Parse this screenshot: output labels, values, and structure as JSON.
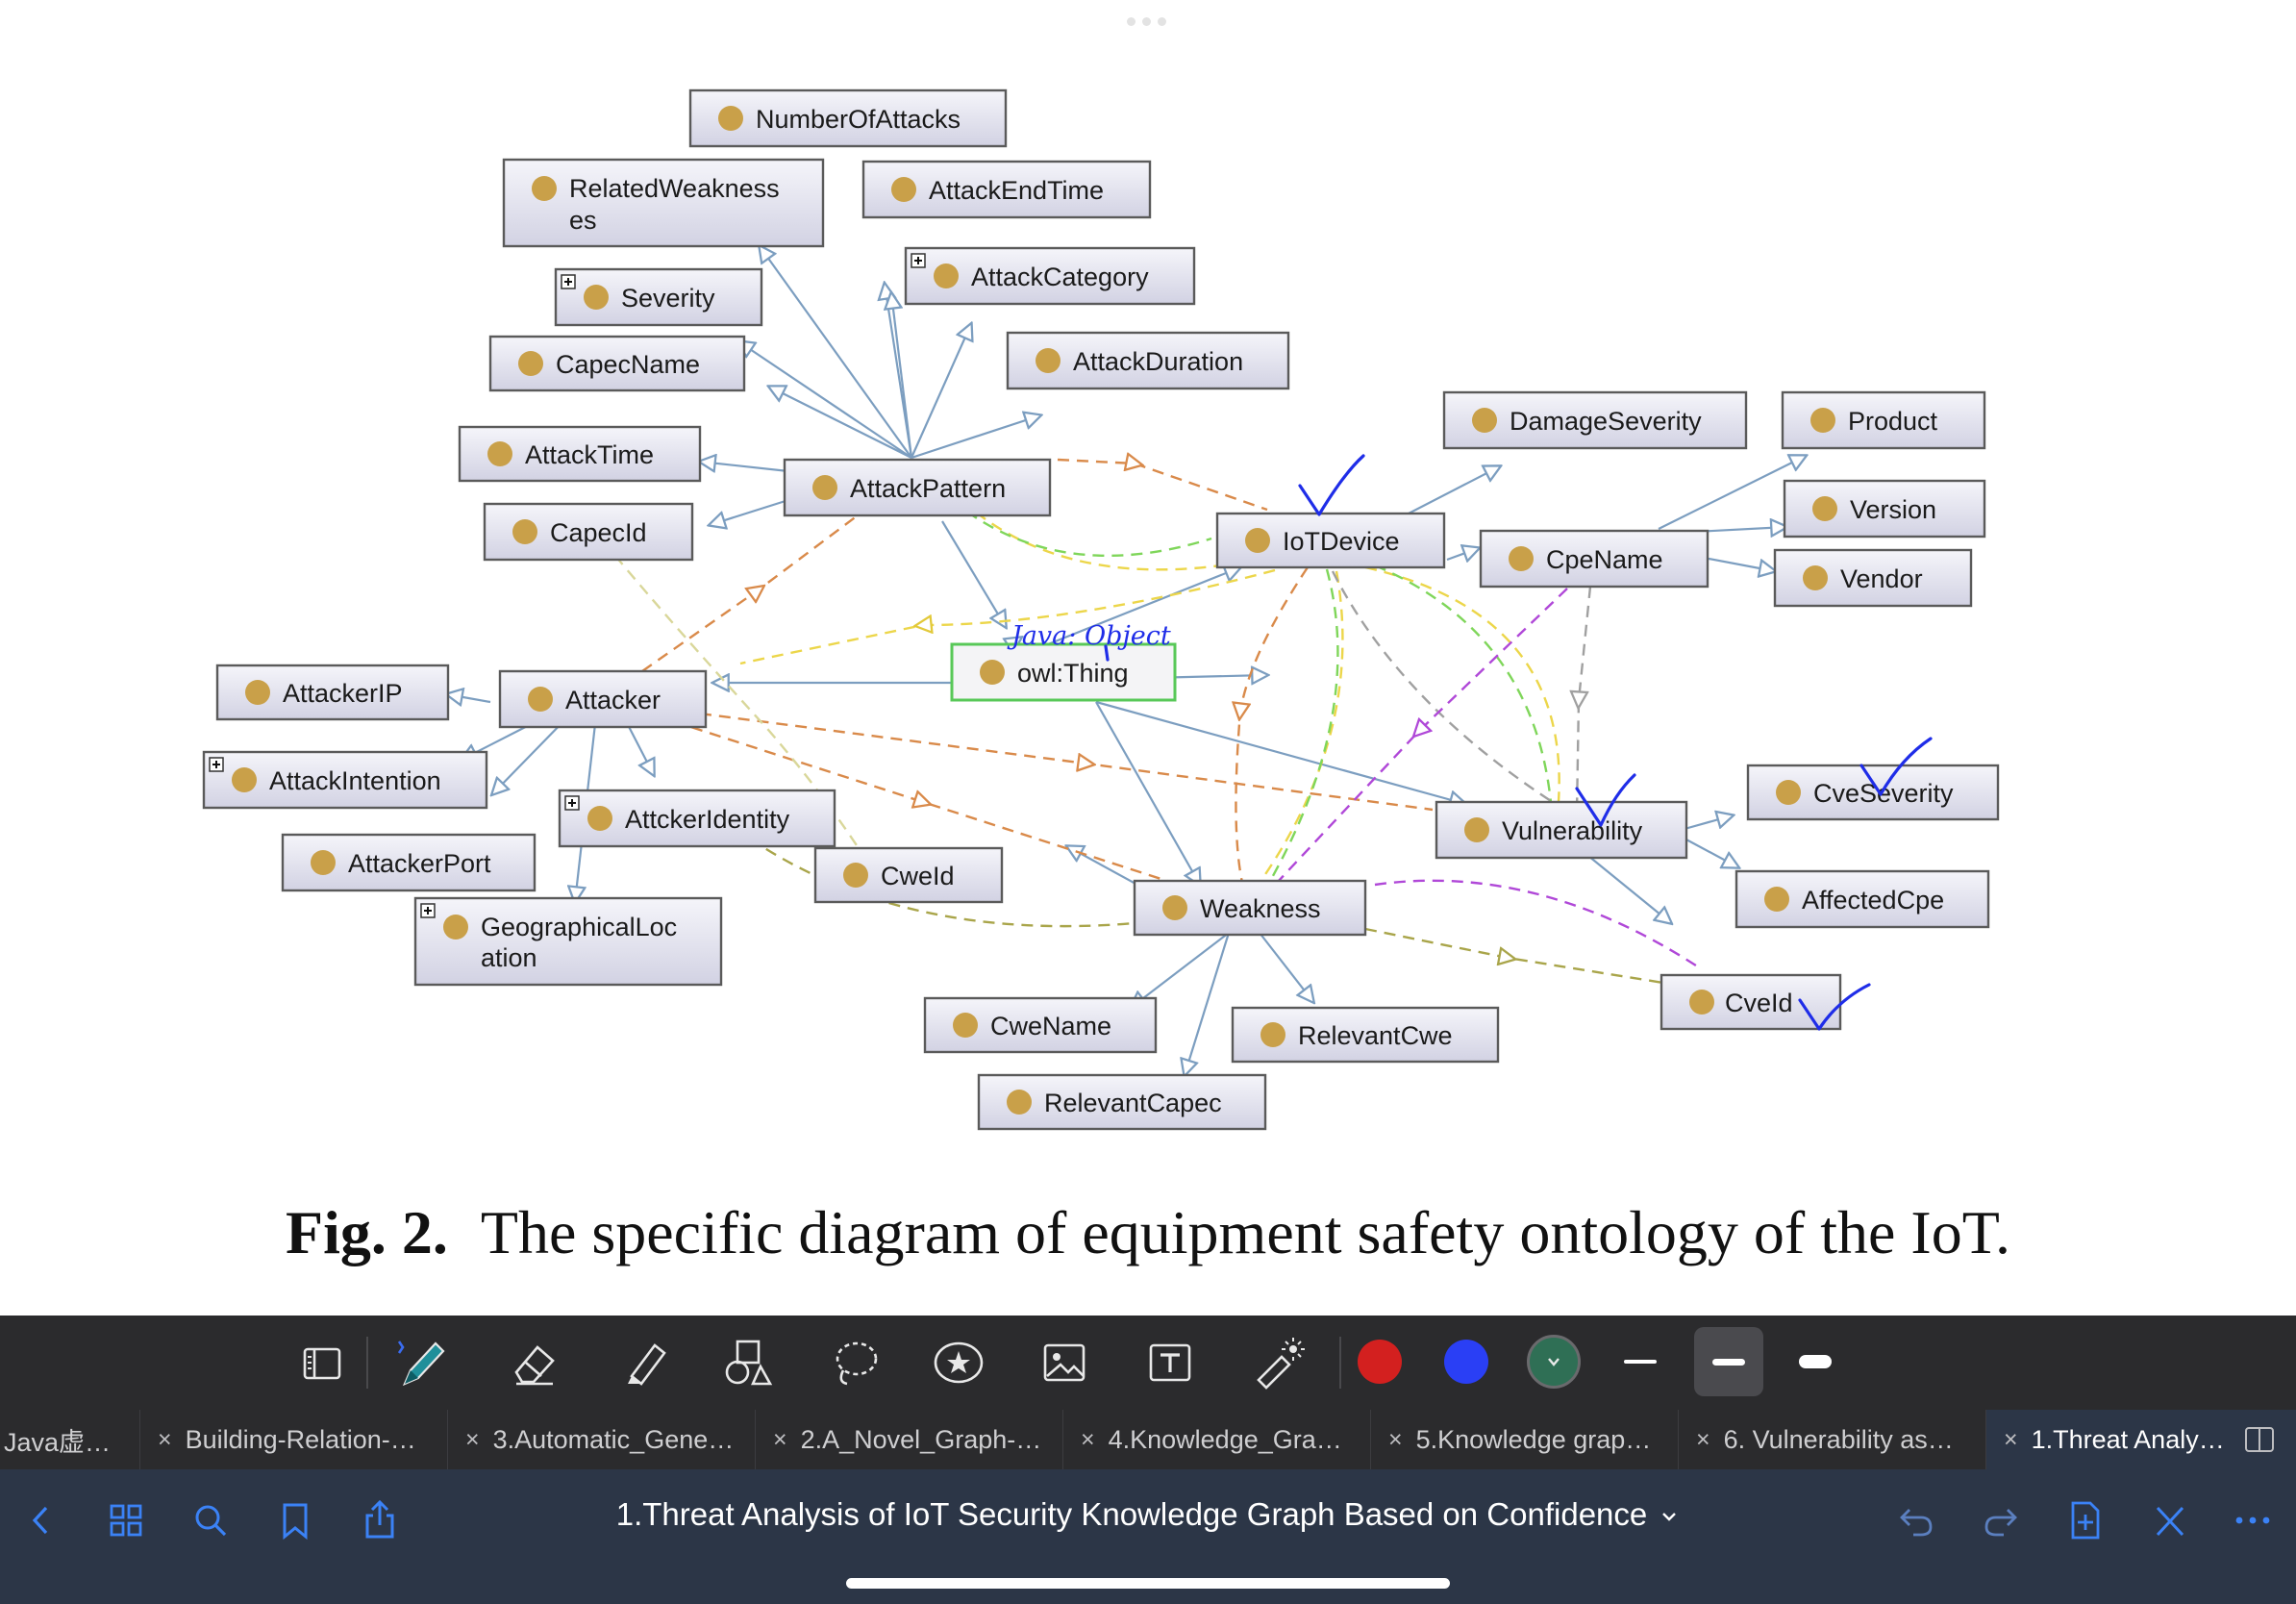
{
  "diagram": {
    "root": "owl:Thing",
    "nodes": {
      "number_of_attacks": "NumberOfAttacks",
      "related_weaknesses_1": "RelatedWeakness",
      "related_weaknesses_2": "es",
      "attack_end_time": "AttackEndTime",
      "severity": "Severity",
      "attack_category": "AttackCategory",
      "capec_name": "CapecName",
      "attack_duration": "AttackDuration",
      "attack_time": "AttackTime",
      "attack_pattern": "AttackPattern",
      "capec_id": "CapecId",
      "damage_severity": "DamageSeverity",
      "product": "Product",
      "iot_device": "IoTDevice",
      "cpe_name": "CpeName",
      "version": "Version",
      "vendor": "Vendor",
      "attacker_ip": "AttackerIP",
      "attacker": "Attacker",
      "attack_intention": "AttackIntention",
      "attacker_identity": "AttckerIdentity",
      "attacker_port": "AttackerPort",
      "geographical_location_1": "GeographicalLoc",
      "geographical_location_2": "ation",
      "cwe_id": "CweId",
      "weakness": "Weakness",
      "vulnerability": "Vulnerability",
      "cve_severity": "CveSeverity",
      "affected_cpe": "AffectedCpe",
      "cve_id": "CveId",
      "cwe_name": "CweName",
      "relevant_cwe": "RelevantCwe",
      "relevant_capec": "RelevantCapec"
    },
    "handwritten_note": "Java: Object",
    "colors": {
      "subclass_edge": "#7c9ec0",
      "relation_orange": "#d98a4a",
      "relation_yellow": "#ecd64a",
      "relation_green": "#7fd65a",
      "relation_purple": "#b048d8",
      "relation_olive": "#a9a54a",
      "relation_gray": "#a0a0a0",
      "relation_pale_yellow": "#d9d79a",
      "ink_annotation": "#1f2de8"
    }
  },
  "caption": {
    "label": "Fig. 2.",
    "text": "The specific diagram of equipment safety ontology of the IoT."
  },
  "toolbar": {
    "tools": [
      "sidebar-toggle-icon",
      "pen-icon",
      "eraser-icon",
      "highlighter-icon",
      "shapes-icon",
      "lasso-icon",
      "sticker-icon",
      "image-icon",
      "text-box-icon",
      "laser-pointer-icon"
    ],
    "colors": [
      "#d3201f",
      "#2a3ff5",
      "#2f6f55"
    ],
    "selected_stroke": "medium"
  },
  "tabs": [
    {
      "label": "Java虚…"
    },
    {
      "label": "Building-Relation-…"
    },
    {
      "label": "3.Automatic_Gene…"
    },
    {
      "label": "2.A_Novel_Graph-…"
    },
    {
      "label": "4.Knowledge_Gra…"
    },
    {
      "label": "5.Knowledge grap…"
    },
    {
      "label": "6. Vulnerability as…"
    },
    {
      "label": "1.Threat Analy…"
    }
  ],
  "navbar": {
    "title": "1.Threat Analysis of IoT Security Knowledge Graph Based on Confidence"
  }
}
